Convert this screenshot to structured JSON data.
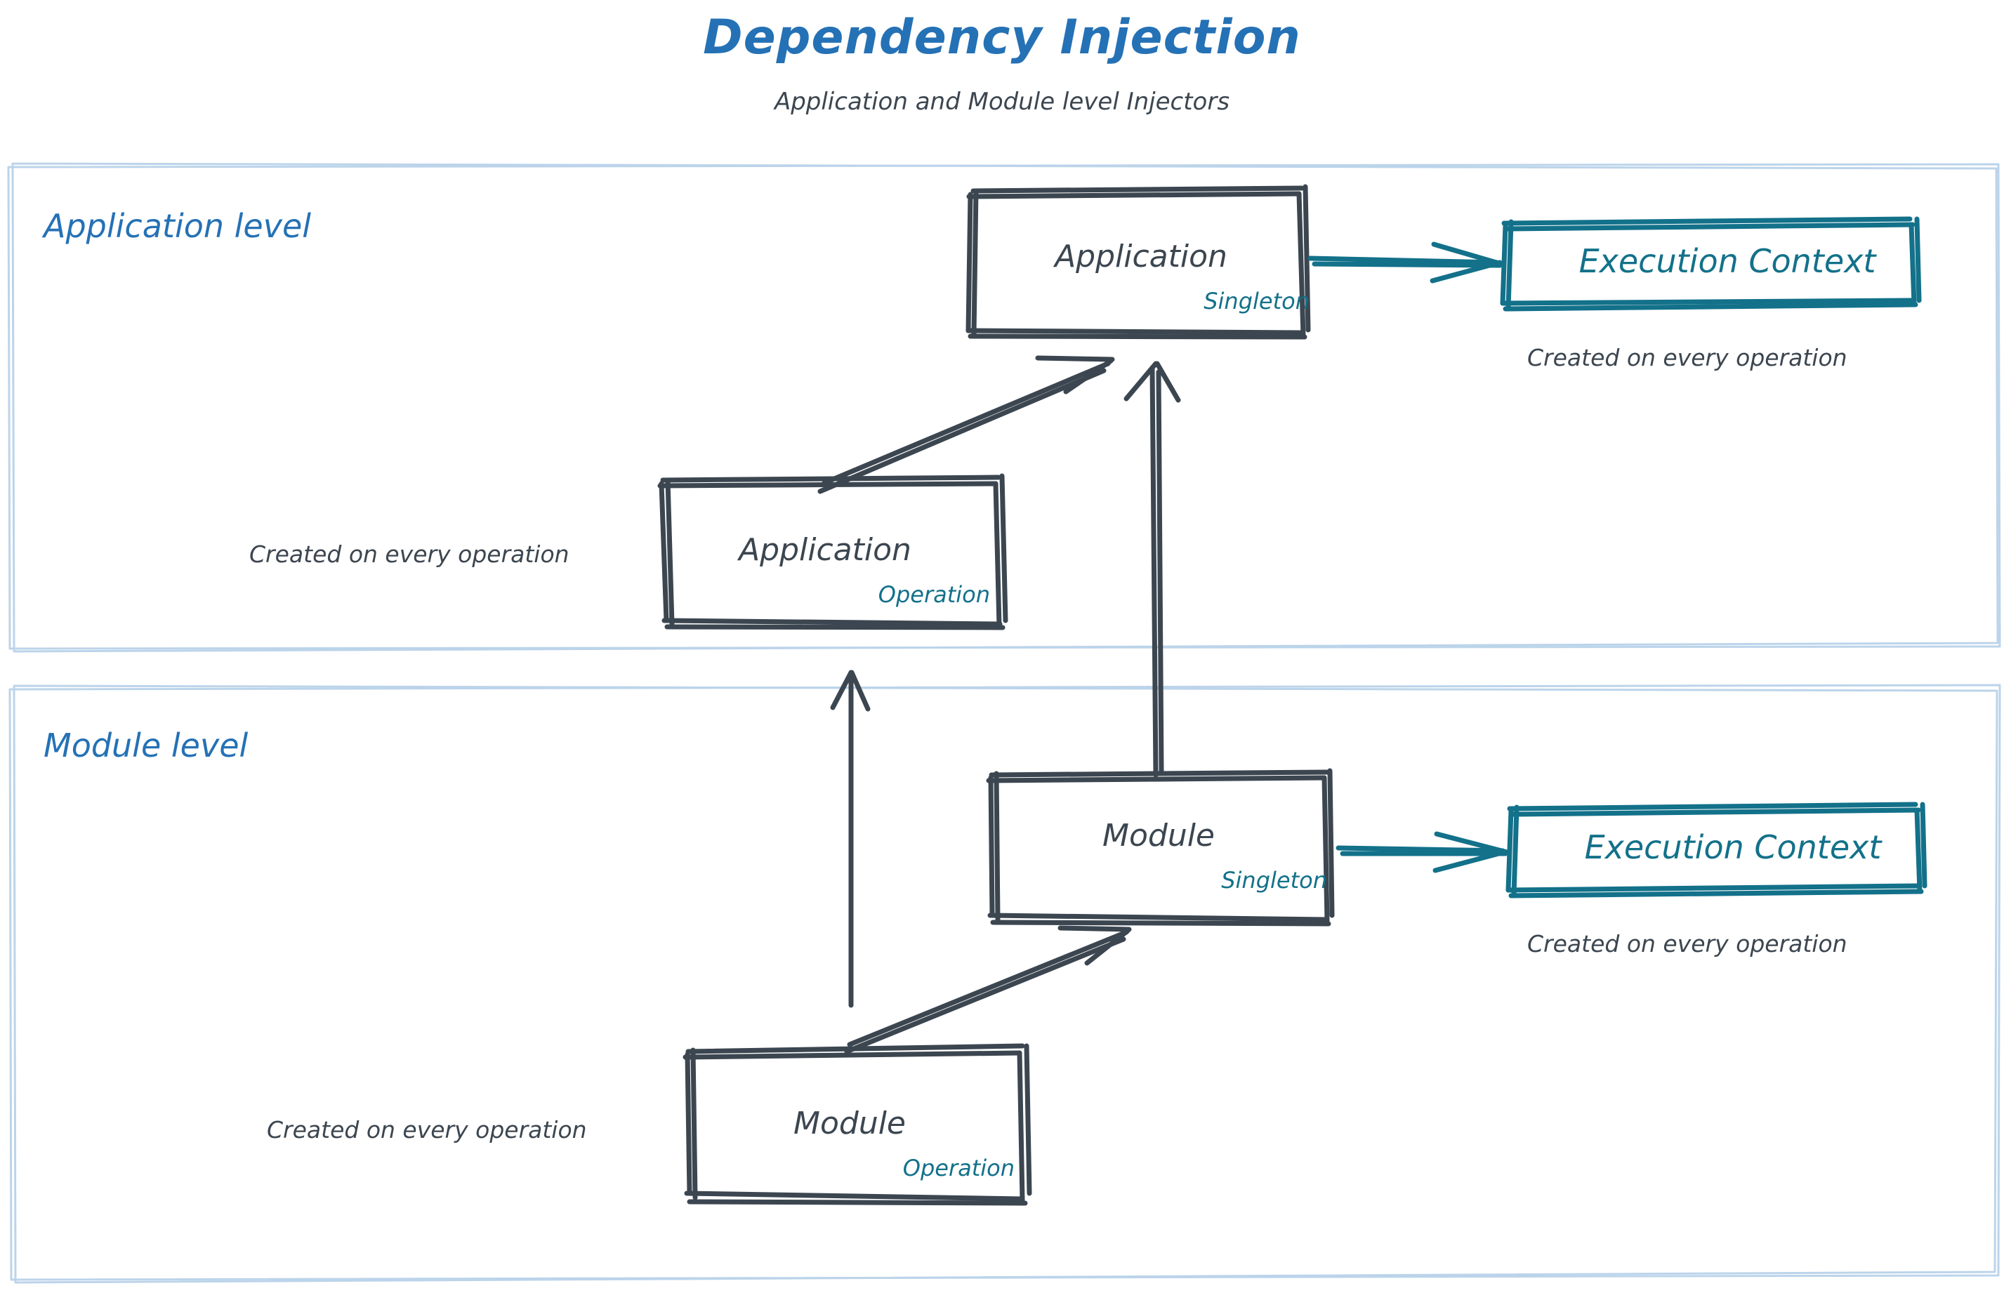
{
  "header": {
    "title": "Dependency Injection",
    "subtitle": "Application and Module level Injectors"
  },
  "colors": {
    "blue": "#2571B5",
    "teal": "#13718A",
    "ink": "#3C4650",
    "container_border": "#BCD4EA"
  },
  "sections": [
    {
      "id": "application-level",
      "heading": "Application level"
    },
    {
      "id": "module-level",
      "heading": "Module level"
    }
  ],
  "boxes": {
    "app_singleton": {
      "title": "Application",
      "scope": "Singleton"
    },
    "app_operation": {
      "title": "Application",
      "scope": "Operation"
    },
    "mod_singleton": {
      "title": "Module",
      "scope": "Singleton"
    },
    "mod_operation": {
      "title": "Module",
      "scope": "Operation"
    }
  },
  "execution_contexts": {
    "application": {
      "title": "Execution Context",
      "note": "Created on every operation"
    },
    "module": {
      "title": "Execution Context",
      "note": "Created on every operation"
    }
  },
  "notes": {
    "app_operation": "Created on every operation",
    "mod_operation": "Created on every operation"
  },
  "chart_data": {
    "type": "diagram",
    "title": "Dependency Injection",
    "nodes": [
      {
        "id": "app-singleton",
        "label": "Application",
        "scope": "Singleton",
        "level": "Application level"
      },
      {
        "id": "app-operation",
        "label": "Application",
        "scope": "Operation",
        "level": "Application level"
      },
      {
        "id": "ctx-application",
        "label": "Execution Context",
        "level": "Application level"
      },
      {
        "id": "mod-singleton",
        "label": "Module",
        "scope": "Singleton",
        "level": "Module level"
      },
      {
        "id": "mod-operation",
        "label": "Module",
        "scope": "Operation",
        "level": "Module level"
      },
      {
        "id": "ctx-module",
        "label": "Execution Context",
        "level": "Module level"
      }
    ],
    "edges": [
      {
        "from": "app-singleton",
        "to": "ctx-application",
        "style": "teal-arrow"
      },
      {
        "from": "app-operation",
        "to": "app-singleton",
        "style": "dark-arrow"
      },
      {
        "from": "mod-singleton",
        "to": "app-singleton",
        "style": "dark-arrow"
      },
      {
        "from": "mod-singleton",
        "to": "ctx-module",
        "style": "teal-arrow"
      },
      {
        "from": "mod-operation",
        "to": "mod-singleton",
        "style": "dark-arrow"
      },
      {
        "from": "mod-operation",
        "to": "app-operation",
        "style": "dark-arrow"
      }
    ]
  }
}
